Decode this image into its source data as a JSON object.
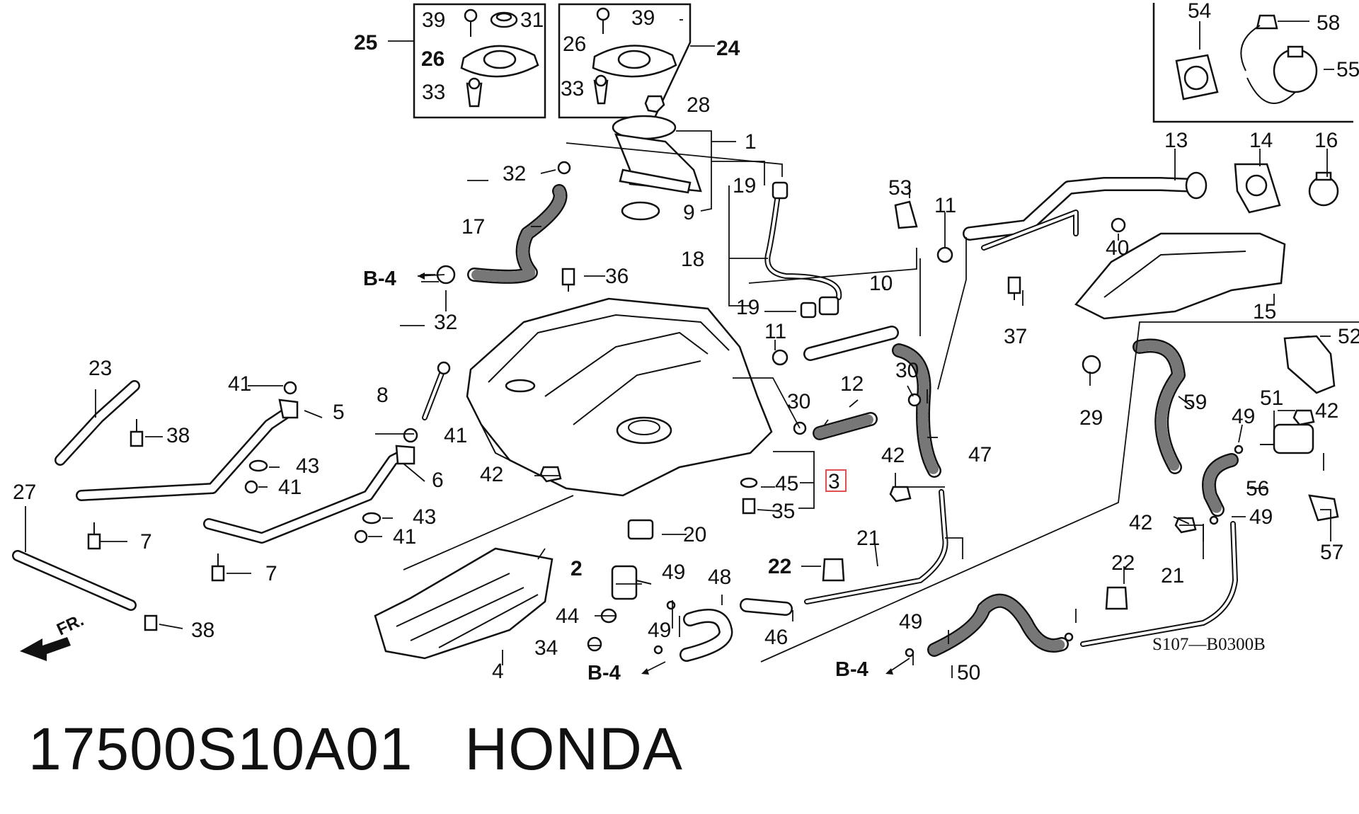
{
  "diagram": {
    "callouts": {
      "c1": "1",
      "c2": "2",
      "c3": "3",
      "c4": "4",
      "c5": "5",
      "c6": "6",
      "c7a": "7",
      "c7b": "7",
      "c8": "8",
      "c9": "9",
      "c10": "10",
      "c11a": "11",
      "c11b": "11",
      "c12": "12",
      "c13": "13",
      "c14": "14",
      "c15": "15",
      "c16": "16",
      "c17": "17",
      "c18": "18",
      "c19a": "19",
      "c19b": "19",
      "c20": "20",
      "c21a": "21",
      "c21b": "21",
      "c22a": "22",
      "c22b": "22",
      "c23": "23",
      "c24": "24",
      "c25": "25",
      "c26a": "26",
      "c26b": "26",
      "c27": "27",
      "c28": "28",
      "c29": "29",
      "c30a": "30",
      "c30b": "30",
      "c31": "31",
      "c32a": "32",
      "c32b": "32",
      "c33a": "33",
      "c33b": "33",
      "c34": "34",
      "c35": "35",
      "c36": "36",
      "c37": "37",
      "c38a": "38",
      "c38b": "38",
      "c39a": "39",
      "c39b": "39",
      "c40": "40",
      "c41a": "41",
      "c41b": "41",
      "c41c": "41",
      "c41d": "41",
      "c42a": "42",
      "c42b": "42",
      "c42c": "42",
      "c42d": "42",
      "c43a": "43",
      "c43b": "43",
      "c44": "44",
      "c45": "45",
      "c46": "46",
      "c47": "47",
      "c48": "48",
      "c49a": "49",
      "c49b": "49",
      "c49c": "49",
      "c49d": "49",
      "c49e": "49",
      "c50": "50",
      "c51": "51",
      "c52": "52",
      "c53": "53",
      "c54": "54",
      "c55": "55",
      "c56": "56",
      "c57": "57",
      "c58": "58",
      "c59": "59"
    },
    "references": {
      "b4_upper": "B-4",
      "b4_lower_left": "B-4",
      "b4_lower_right": "B-4"
    },
    "front_indicator": "FR.",
    "drawing_code": "S107—B0300B",
    "highlighted_callout": "3"
  },
  "caption": {
    "part_number": "17500S10A01",
    "brand": "HONDA"
  }
}
